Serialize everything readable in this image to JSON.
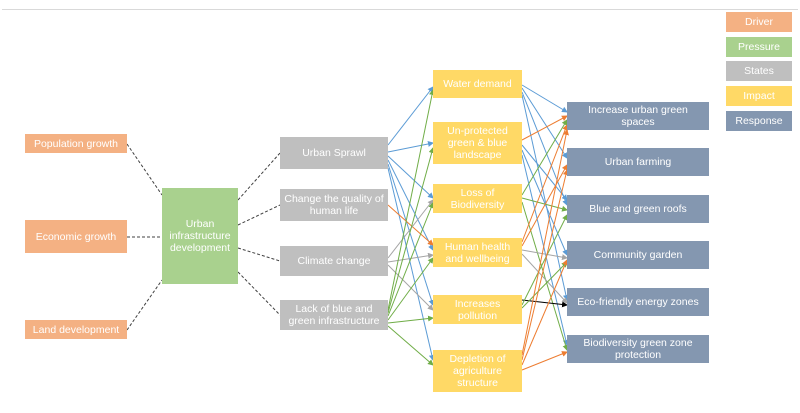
{
  "colors": {
    "driver": "#f4b183",
    "pressure": "#a9d18e",
    "state": "#bfbfbf",
    "impact": "#ffd966",
    "response": "#8497b0",
    "link_blue": "#5b9bd5",
    "link_green": "#70ad47",
    "link_orange": "#ed7d31",
    "link_black": "#000000"
  },
  "legend": {
    "driver": "Driver",
    "pressure": "Pressure",
    "states": "States",
    "impact": "Impact",
    "response": "Response"
  },
  "drivers": [
    "Population growth",
    "Economic growth",
    "Land development"
  ],
  "pressure": "Urban infrastructure development",
  "states": [
    "Urban Sprawl",
    "Change the quality of human life",
    "Climate change",
    "Lack of blue and green infrastructure"
  ],
  "impacts": [
    "Water demand",
    "Un-protected green & blue landscape",
    "Loss of Biodiversity",
    "Human health and wellbeing",
    "Increases pollution",
    "Depletion of agriculture structure"
  ],
  "responses": [
    "Increase urban green spaces",
    "Urban farming",
    "Blue and green roofs",
    "Community garden",
    "Eco-friendly energy zones",
    "Biodiversity green zone protection"
  ]
}
